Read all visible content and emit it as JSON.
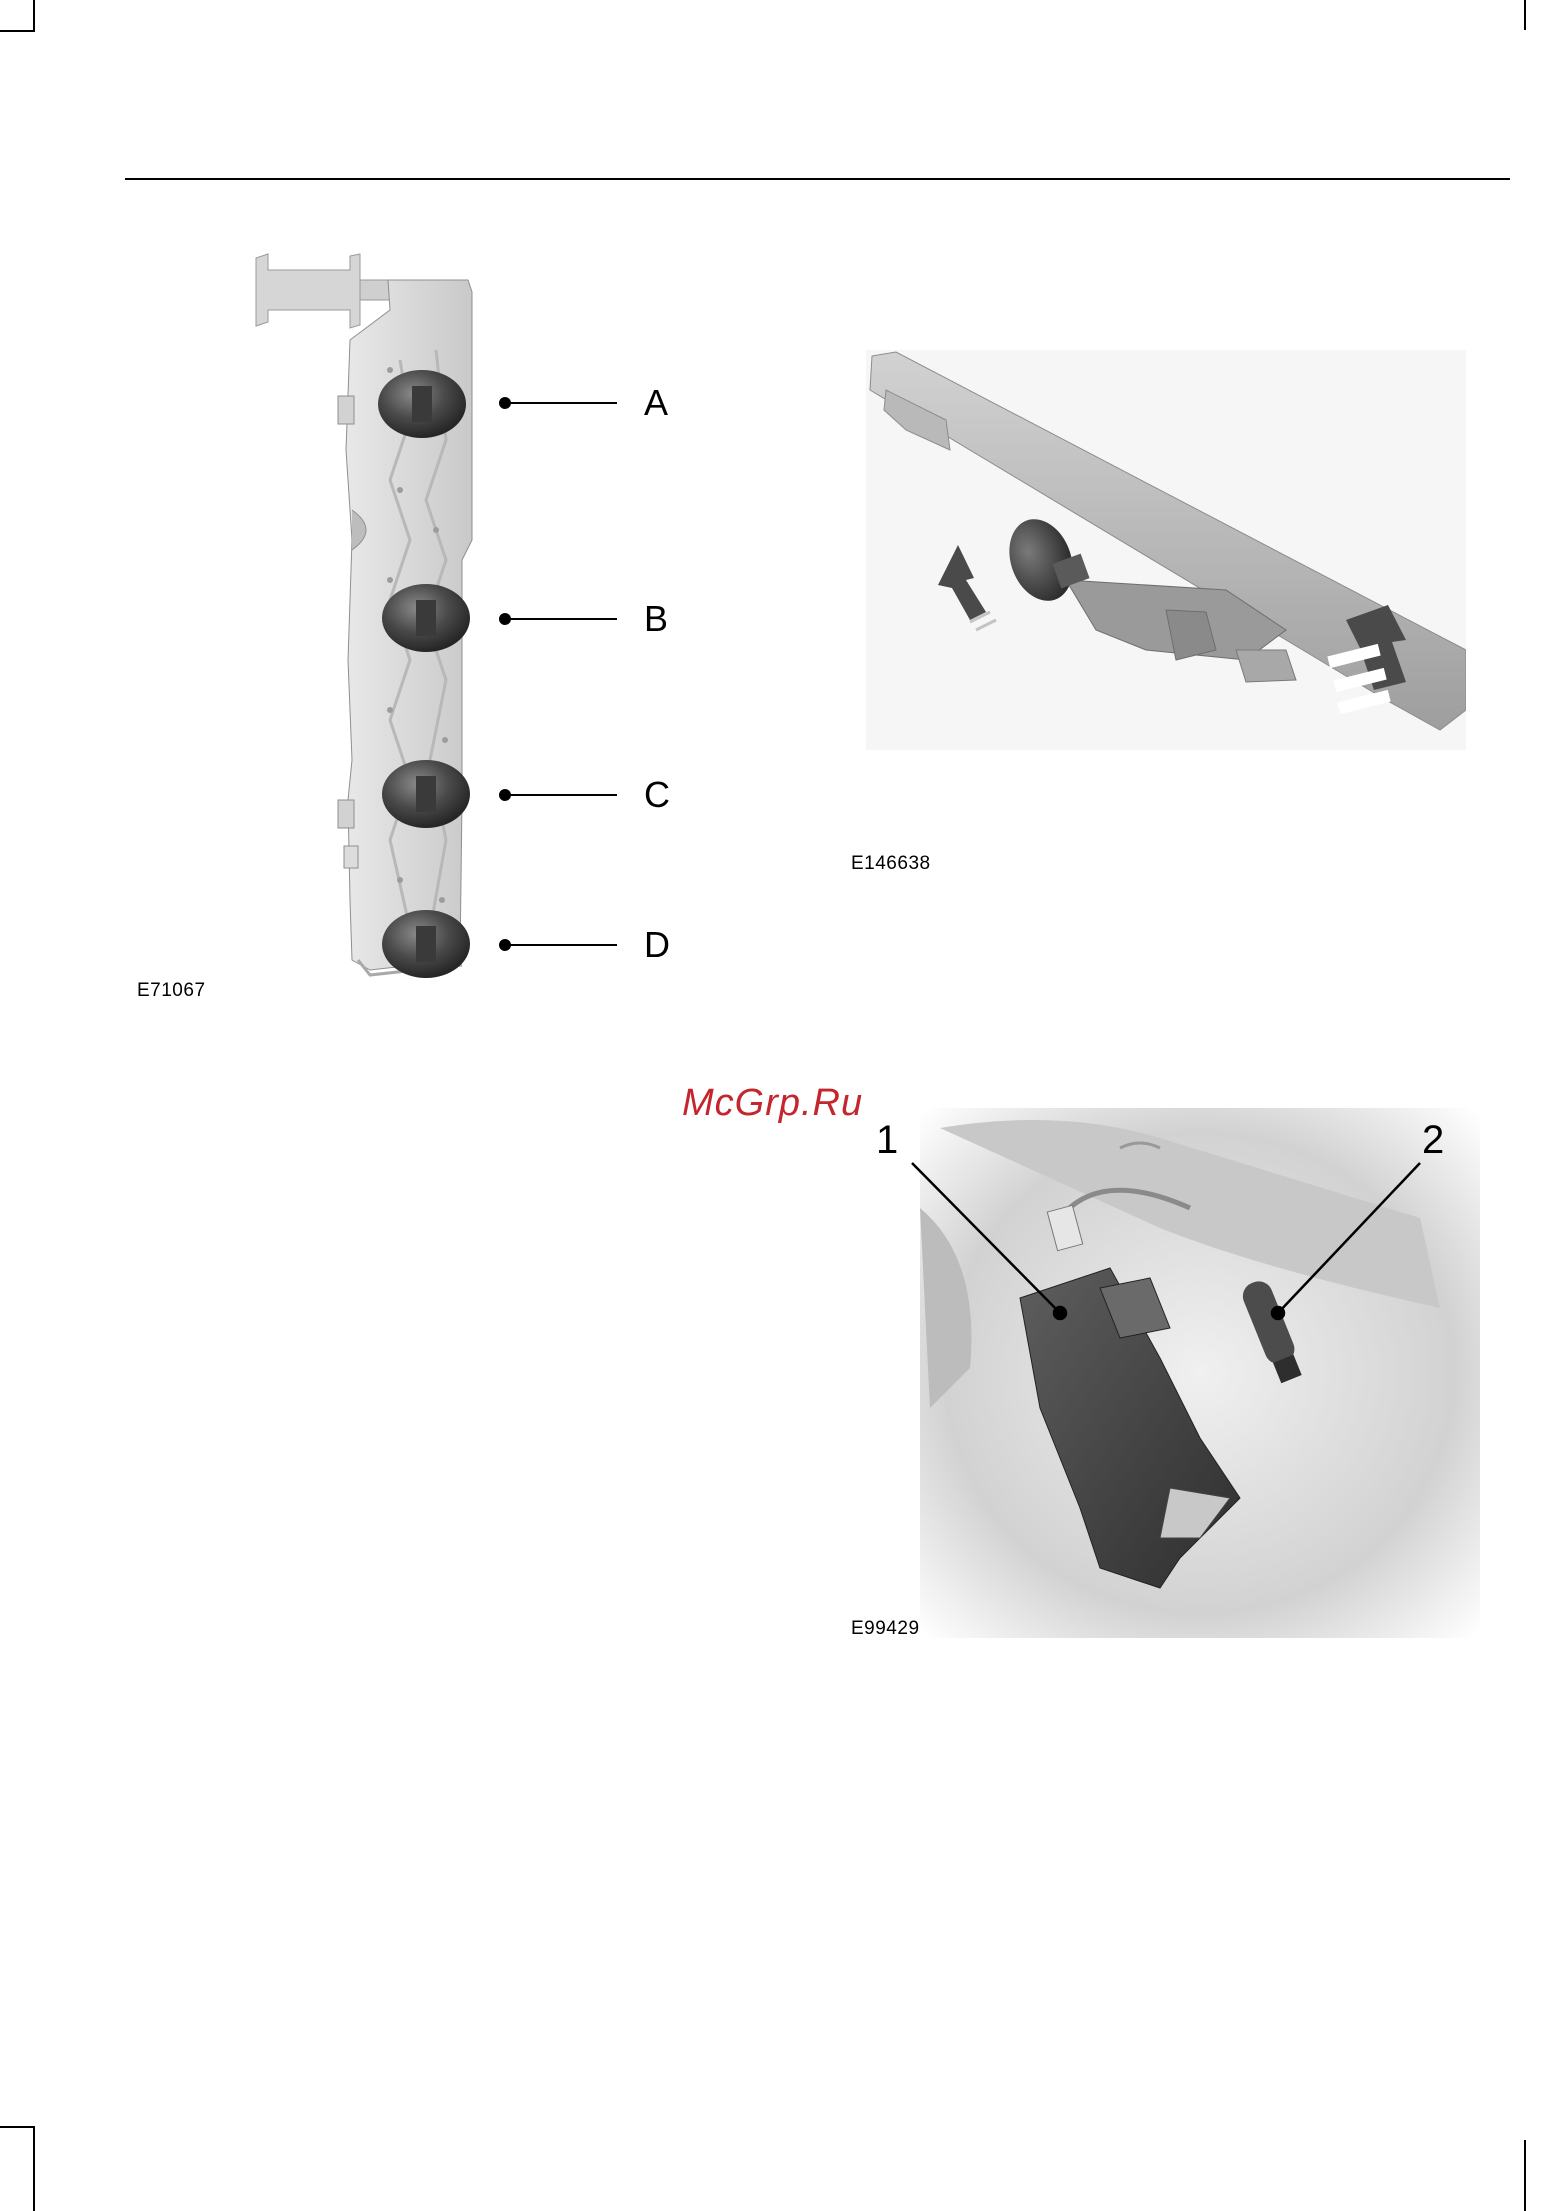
{
  "page": {
    "watermark": "McGrp.Ru"
  },
  "figures": {
    "bulb_carrier": {
      "code": "E71067",
      "labels": [
        "A",
        "B",
        "C",
        "D"
      ]
    },
    "high_mount_lamp": {
      "code": "E146638"
    },
    "lamp_housing": {
      "code": "E99429",
      "labels": [
        "1",
        "2"
      ]
    }
  }
}
